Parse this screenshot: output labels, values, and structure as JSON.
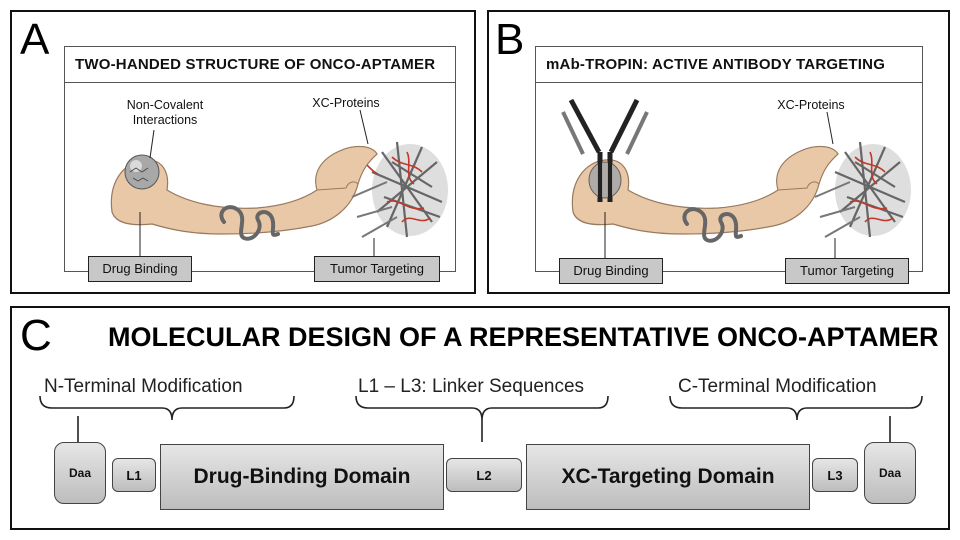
{
  "panels": {
    "a": {
      "letter": "A",
      "title": "TWO-HANDED STRUCTURE OF ONCO-APTAMER",
      "note_interactions": "Non-Covalent Interactions",
      "note_proteins": "XC-Proteins",
      "tag_left": "Drug Binding",
      "tag_right": "Tumor Targeting"
    },
    "b": {
      "letter": "B",
      "title": "mAb-TROPIN: ACTIVE ANTIBODY TARGETING",
      "note_proteins": "XC-Proteins",
      "tag_left": "Drug Binding",
      "tag_right": "Tumor Targeting"
    },
    "c": {
      "letter": "C",
      "title": "MOLECULAR DESIGN OF A REPRESENTATIVE ONCO-APTAMER",
      "bracket_labels": {
        "n_terminal": "N-Terminal  Modification",
        "linkers": "L1 – L3: Linker Sequences",
        "c_terminal": "C-Terminal Modification"
      },
      "segments": {
        "daa_left": "Daa",
        "l1": "L1",
        "drug_domain": "Drug-Binding Domain",
        "l2": "L2",
        "xc_domain": "XC-Targeting Domain",
        "l3": "L3",
        "daa_right": "Daa"
      }
    }
  },
  "colors": {
    "skin": "#e9c8a8",
    "skin_outline": "#9a7a5e",
    "vessel_red": "#c0392b",
    "tag_fill": "#c8c8c8",
    "domain_fill": "#d0d0d0"
  }
}
